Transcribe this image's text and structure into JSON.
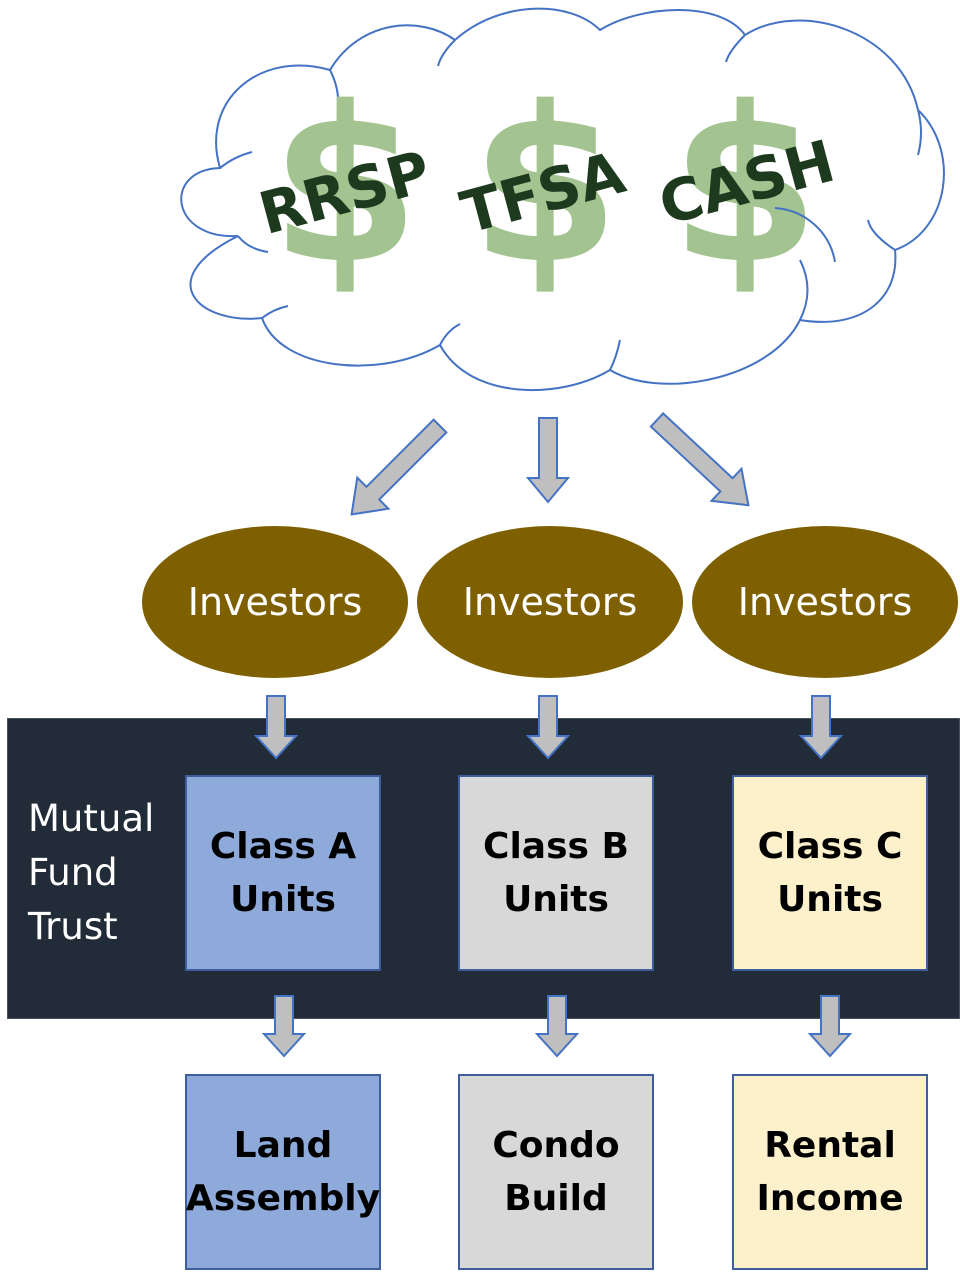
{
  "sources": [
    {
      "label": "RRSP"
    },
    {
      "label": "TFSA"
    },
    {
      "label": "CASH"
    }
  ],
  "investors": [
    {
      "label": "Investors"
    },
    {
      "label": "Investors"
    },
    {
      "label": "Investors"
    }
  ],
  "trust": {
    "label_lines": [
      "Mutual",
      "Fund",
      "Trust"
    ]
  },
  "unit_classes": [
    {
      "line1": "Class A",
      "line2": "Units"
    },
    {
      "line1": "Class B",
      "line2": "Units"
    },
    {
      "line1": "Class C",
      "line2": "Units"
    }
  ],
  "projects": [
    {
      "line1": "Land",
      "line2": "Assembly"
    },
    {
      "line1": "Condo",
      "line2": "Build"
    },
    {
      "line1": "Rental",
      "line2": "Income"
    }
  ],
  "colors": {
    "cloud_outline": "#4472c4",
    "dollar_sign": "#a3c390",
    "money_text": "#1e3a1e",
    "investor_oval": "#7f6000",
    "trust_panel": "#222b38",
    "class_a": "#8eaadb",
    "class_b": "#d8d8d8",
    "class_c": "#fdf1cc",
    "arrow_fill": "#bfbfbf",
    "arrow_stroke": "#4472c4"
  }
}
